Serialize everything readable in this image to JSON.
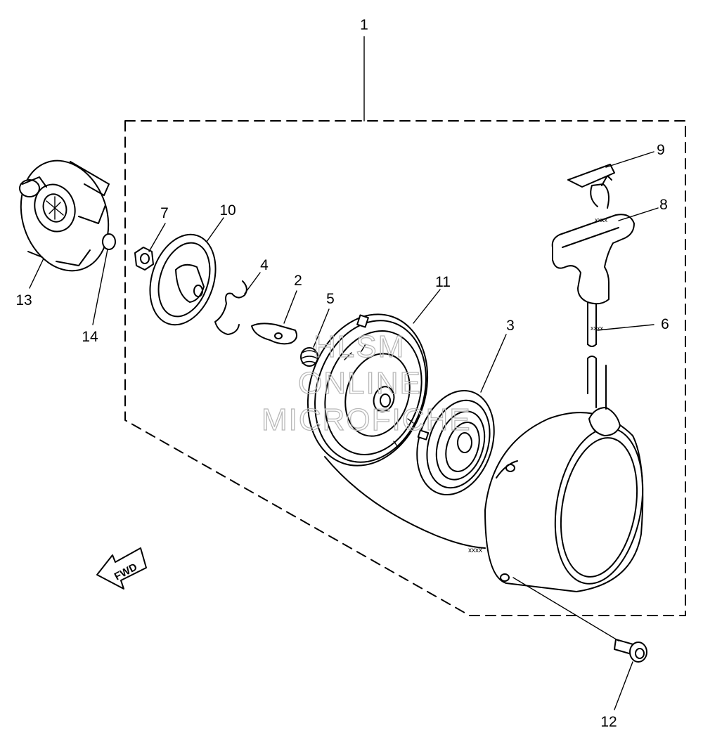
{
  "diagram": {
    "callouts": [
      {
        "id": "1",
        "label": "1"
      },
      {
        "id": "2",
        "label": "2"
      },
      {
        "id": "3",
        "label": "3"
      },
      {
        "id": "4",
        "label": "4"
      },
      {
        "id": "5",
        "label": "5"
      },
      {
        "id": "6",
        "label": "6"
      },
      {
        "id": "7",
        "label": "7"
      },
      {
        "id": "8",
        "label": "8"
      },
      {
        "id": "9",
        "label": "9"
      },
      {
        "id": "10",
        "label": "10"
      },
      {
        "id": "11",
        "label": "11"
      },
      {
        "id": "12",
        "label": "12"
      },
      {
        "id": "13",
        "label": "13"
      },
      {
        "id": "14",
        "label": "14"
      }
    ],
    "direction_arrow": {
      "label": "FWD"
    },
    "watermark": {
      "line1": "HLSM",
      "line2": "ONLINE",
      "line3": "MICROFICHE"
    }
  }
}
